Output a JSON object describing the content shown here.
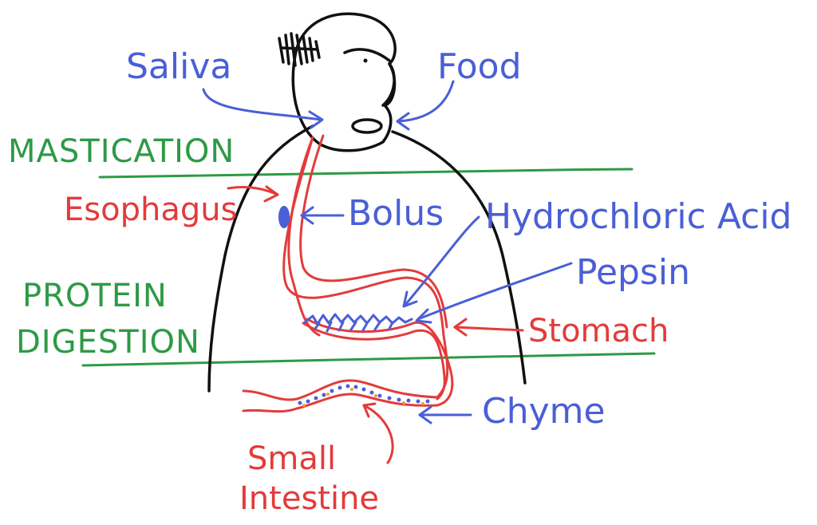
{
  "labels": {
    "saliva": "Saliva",
    "food": "Food",
    "mastication": "MASTICATION",
    "esophagus": "Esophagus",
    "bolus": "Bolus",
    "hydrochloric_acid": "Hydrochloric Acid",
    "pepsin": "Pepsin",
    "protein": "PROTEIN",
    "digestion": "DIGESTION",
    "stomach": "Stomach",
    "chyme": "Chyme",
    "small": "Small",
    "intestine": "Intestine"
  },
  "colors": {
    "blue": "#4a5fd6",
    "red": "#e33b3b",
    "green": "#2e9a45",
    "black": "#111111"
  }
}
